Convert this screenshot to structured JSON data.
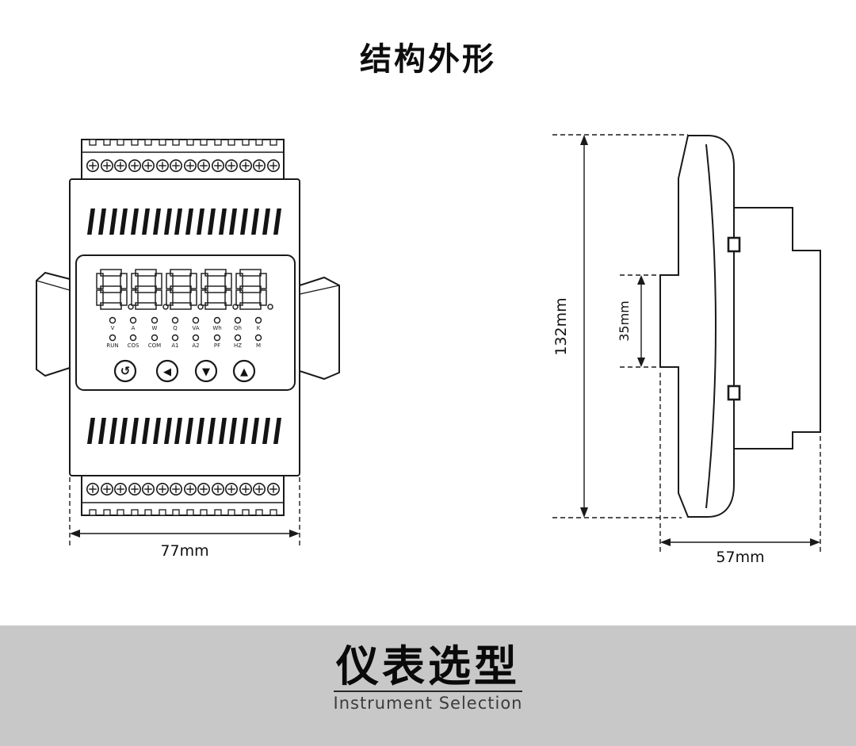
{
  "title": "结构外形",
  "front_view": {
    "dimension_width": "77mm",
    "led_labels_row1": [
      "V",
      "A",
      "W",
      "Q",
      "VA",
      "Wh",
      "Qh",
      "K"
    ],
    "led_labels_row2": [
      "RUN",
      "COS",
      "COM",
      "A1",
      "A2",
      "PF",
      "HZ",
      "M"
    ],
    "buttons": [
      {
        "name": "cycle-button",
        "glyph": "↺"
      },
      {
        "name": "left-button",
        "glyph": "◀"
      },
      {
        "name": "down-button",
        "glyph": "▼"
      },
      {
        "name": "up-button",
        "glyph": "▲"
      }
    ]
  },
  "side_view": {
    "dimension_height": "132mm",
    "dimension_rail": "35mm",
    "dimension_depth": "57mm"
  },
  "footer": {
    "title": "仪表选型",
    "subtitle": "Instrument Selection",
    "background": "#c8c8c8"
  },
  "colors": {
    "line": "#1a1a1a",
    "background": "#ffffff",
    "banner_background": "#c8c8c8"
  }
}
